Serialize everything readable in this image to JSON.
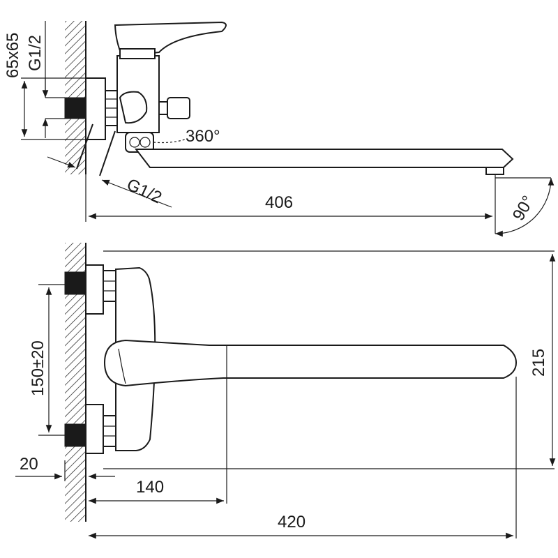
{
  "top_view": {
    "fitting_size": "65x65",
    "connection_thread": "G1/2",
    "rotation": "360°",
    "diagonal_thread": "G1/2",
    "spout_reach": "406",
    "outlet_angle": "90°"
  },
  "front_view": {
    "centers": "150±20",
    "wall_offset": "20",
    "handle_reach": "140",
    "overall_length": "420",
    "height": "215"
  },
  "colors": {
    "line": "#1a1a1a",
    "background": "#ffffff"
  }
}
